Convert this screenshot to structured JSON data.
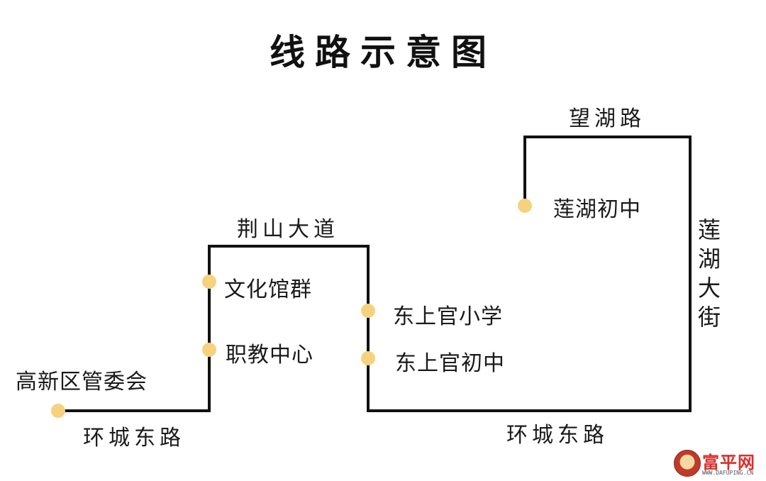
{
  "diagram": {
    "title": "线路示意图",
    "colors": {
      "route": "#111111",
      "stop": "#f6d27e"
    },
    "roads": {
      "jingshan": "荆山大道",
      "wanghu": "望湖路",
      "lianhu": "莲湖大街",
      "huancheng_left": "环城东路",
      "huancheng_right": "环城东路"
    },
    "stops": [
      {
        "id": "gaoxin",
        "label": "高新区管委会"
      },
      {
        "id": "wenhua",
        "label": "文化馆群"
      },
      {
        "id": "zhijiao",
        "label": "职教中心"
      },
      {
        "id": "dsg-xiaoxue",
        "label": "东上官小学"
      },
      {
        "id": "dsg-chuzhong",
        "label": "东上官初中"
      },
      {
        "id": "lianhu-chuzhong",
        "label": "莲湖初中"
      }
    ]
  },
  "watermark": {
    "brand": "富平网",
    "url": "WWW.DAFUPING.CN"
  }
}
